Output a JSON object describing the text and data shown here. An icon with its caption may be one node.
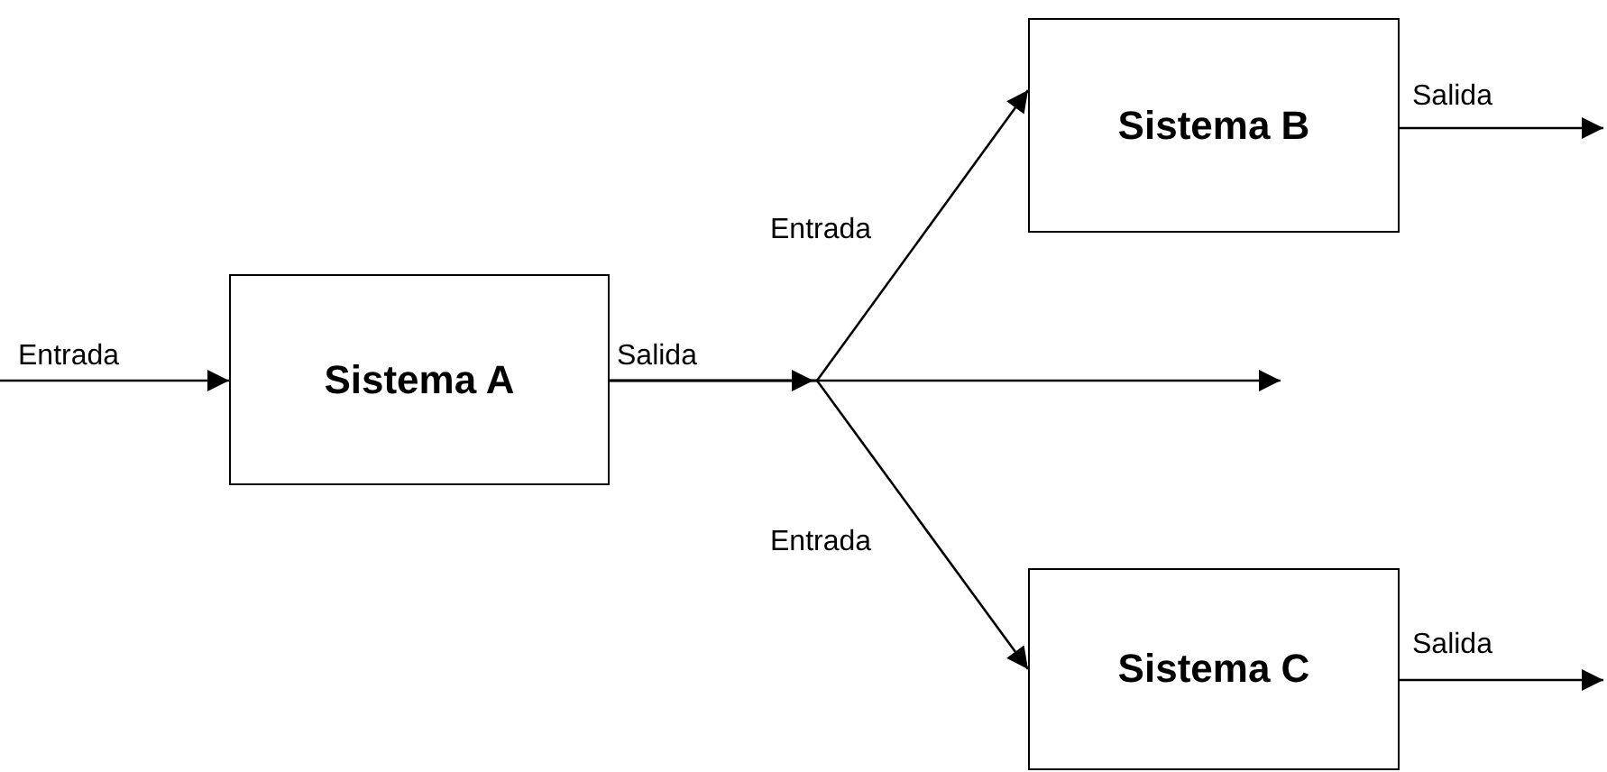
{
  "diagram": {
    "nodes": [
      {
        "text": [
          "Sistema A"
        ]
      },
      {
        "text": [
          "Sistema B"
        ]
      },
      {
        "text": [
          "Sistema C"
        ]
      }
    ],
    "edges": [
      {
        "from": null,
        "to": 0,
        "arrow": "to",
        "label": "Entrada"
      },
      {
        "from": 0,
        "to": null,
        "arrow": "to",
        "label": "Salida"
      },
      {
        "from": 0,
        "to": 1,
        "arrow": "to",
        "label": "Entrada"
      },
      {
        "from": 0,
        "to": 2,
        "arrow": "to",
        "label": "Entrada"
      },
      {
        "from": 1,
        "to": null,
        "arrow": "to",
        "label": "Salida"
      },
      {
        "from": 2,
        "to": null,
        "arrow": "to",
        "label": "Salida"
      }
    ]
  }
}
